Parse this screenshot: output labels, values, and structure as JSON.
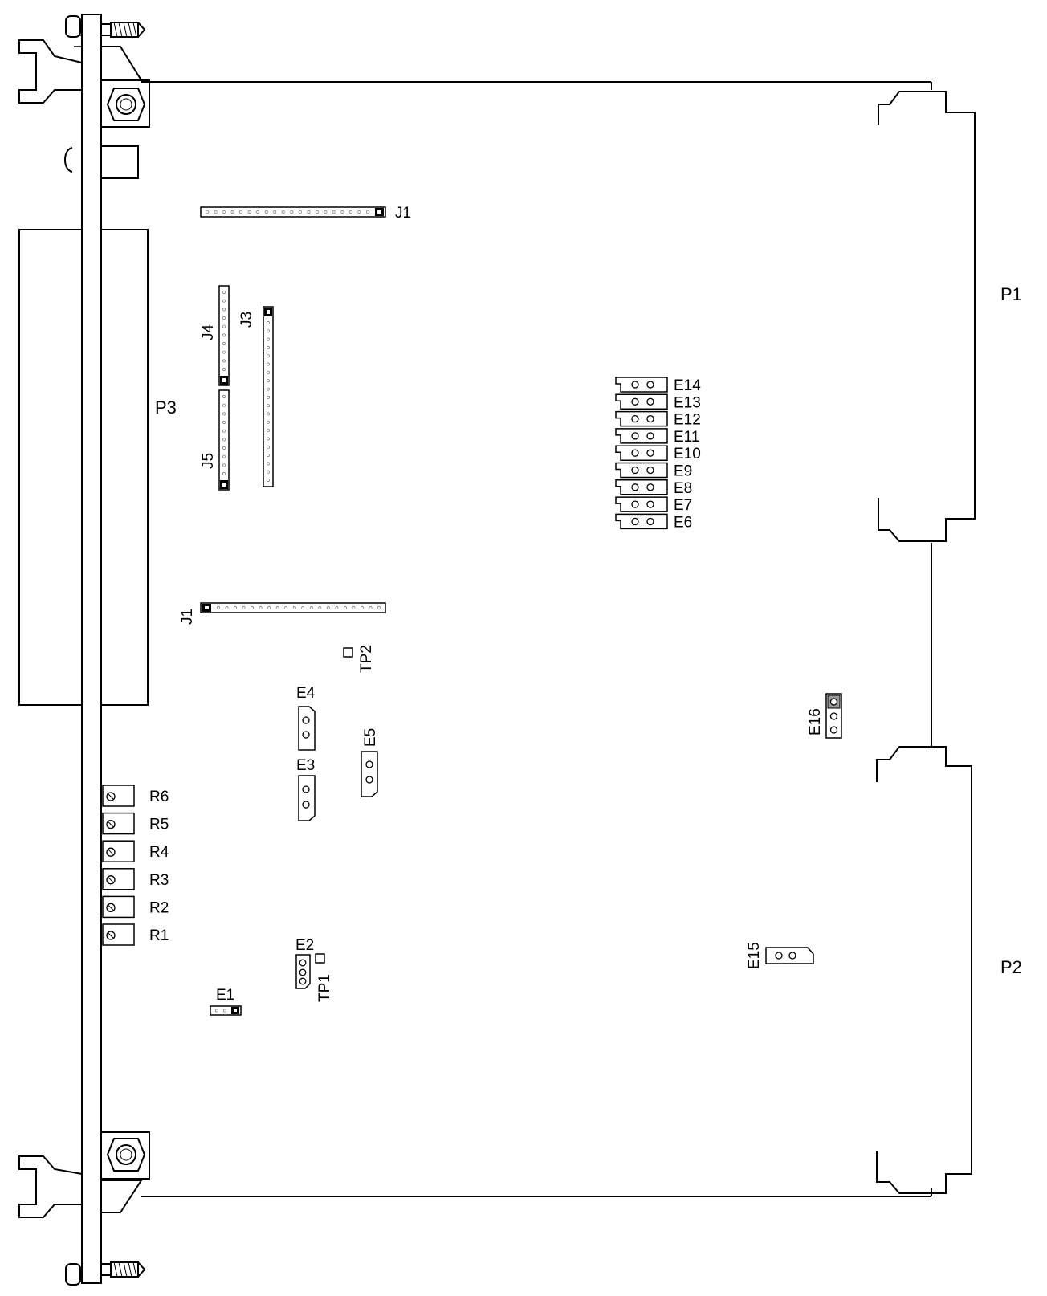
{
  "labels": {
    "P1": "P1",
    "P2": "P2",
    "P3": "P3",
    "J1_top": "J1",
    "J1_bottom": "J1",
    "J3": "J3",
    "J4": "J4",
    "J5": "J5",
    "TP1": "TP1",
    "TP2": "TP2",
    "E1": "E1",
    "E2": "E2",
    "E3": "E3",
    "E4": "E4",
    "E5": "E5",
    "E15": "E15",
    "E16": "E16"
  },
  "jumper_bank": [
    "E14",
    "E13",
    "E12",
    "E11",
    "E10",
    "E9",
    "E8",
    "E7",
    "E6"
  ],
  "potentiometers": [
    "R6",
    "R5",
    "R4",
    "R3",
    "R2",
    "R1"
  ]
}
